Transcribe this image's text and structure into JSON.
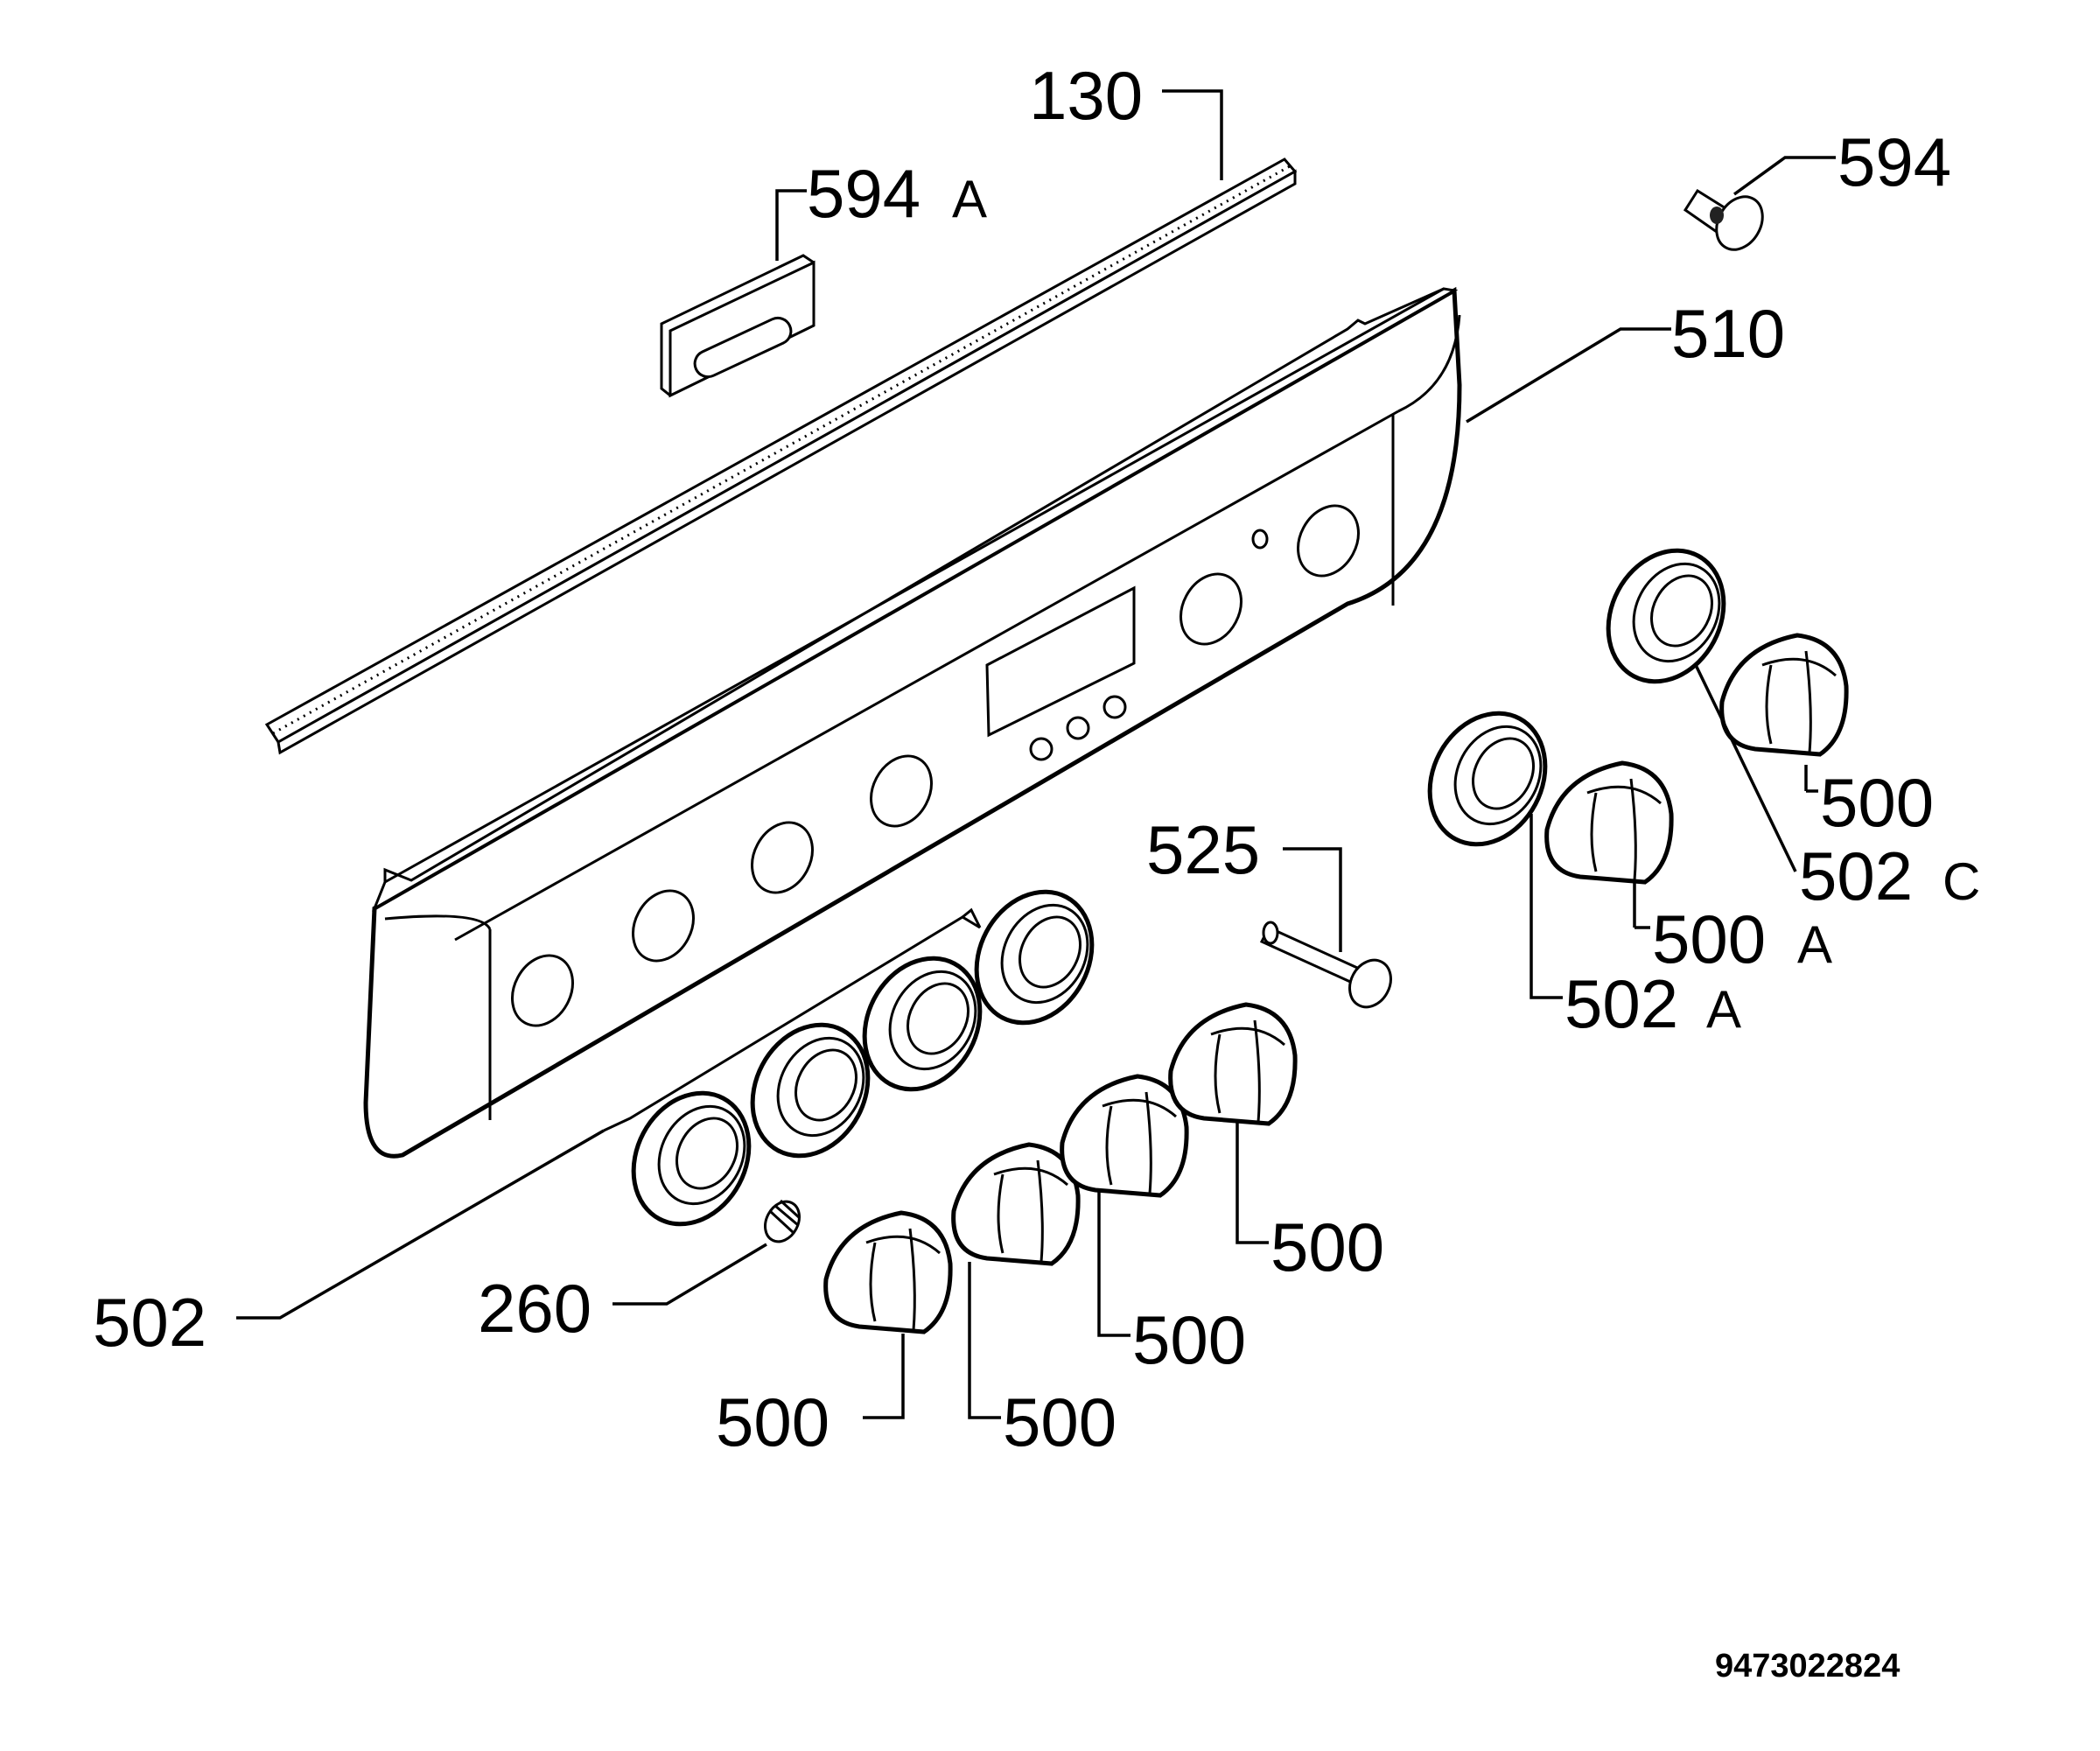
{
  "diagram": {
    "labels": {
      "p130": "130",
      "p594A_num": "594",
      "p594A_suf": "A",
      "p594": "594",
      "p510": "510",
      "p525": "525",
      "p500_r1": "500",
      "p502C_num": "502",
      "p502C_suf": "C",
      "p500A_num": "500",
      "p500A_suf": "A",
      "p502A_num": "502",
      "p502A_suf": "A",
      "p500_a": "500",
      "p500_b": "500",
      "p500_c": "500",
      "p500_d": "500",
      "p502": "502",
      "p260": "260"
    },
    "drawing_code": "9473022824"
  }
}
